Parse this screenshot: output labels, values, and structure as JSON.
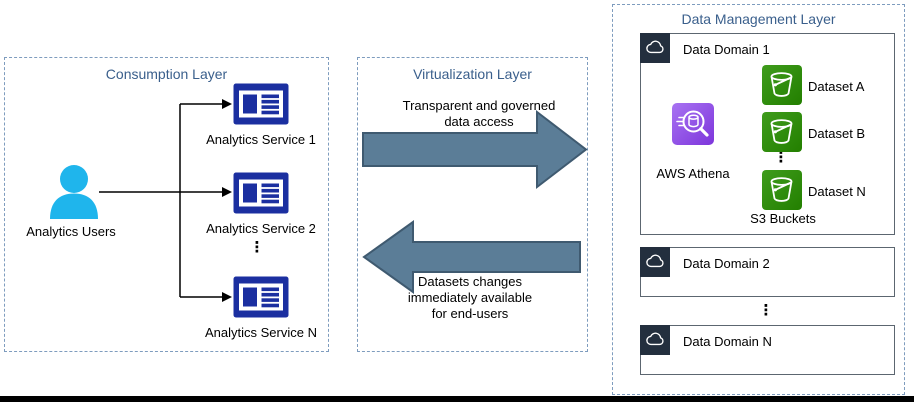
{
  "colors": {
    "layer_title_color": "#3A5F8C",
    "dashed_border_color": "#7E9CBE",
    "text_color": "#000000",
    "arrow_fill": "#5B7D97",
    "arrow_stroke": "#3F5A70",
    "user_icon_color": "#1FB5EC",
    "service_icon_color": "#1B2FA0",
    "cloud_badge_color": "#232F3E",
    "domain_border_color": "#5C6670",
    "connector_color": "#000000",
    "athena_grad_start": "#A873F2",
    "athena_grad_end": "#7D35DB",
    "s3_grad_start": "#3F9C1C",
    "s3_grad_end": "#237F00",
    "bottom_bar_color": "#000000"
  },
  "glyphs": {
    "vertical_ellipsis": "⋮"
  },
  "icons": {
    "user": "user-icon",
    "service": "dashboard-report-icon",
    "cloud": "cloud-icon",
    "athena": "magnifier-database-icon",
    "bucket": "s3-bucket-icon"
  },
  "consumption_layer": {
    "title": "Consumption Layer",
    "user_label": "Analytics Users",
    "services": [
      {
        "label": "Analytics Service 1"
      },
      {
        "label": "Analytics Service 2"
      },
      {
        "label": "Analytics Service N"
      }
    ]
  },
  "virtualization_layer": {
    "title": "Virtualization Layer",
    "arrow_right_lines": [
      "Transparent and governed",
      "data access"
    ],
    "arrow_left_lines": [
      "Datasets changes",
      "immediately available",
      "for end-users"
    ]
  },
  "data_management_layer": {
    "title": "Data Management Layer",
    "domain1": {
      "title": "Data Domain 1",
      "athena_label": "AWS Athena",
      "datasets": [
        {
          "label": "Dataset A"
        },
        {
          "label": "Dataset B"
        },
        {
          "label": "Dataset N"
        }
      ],
      "buckets_label": "S3 Buckets"
    },
    "domain2": {
      "title": "Data Domain 2"
    },
    "domainN": {
      "title": "Data Domain N"
    }
  }
}
